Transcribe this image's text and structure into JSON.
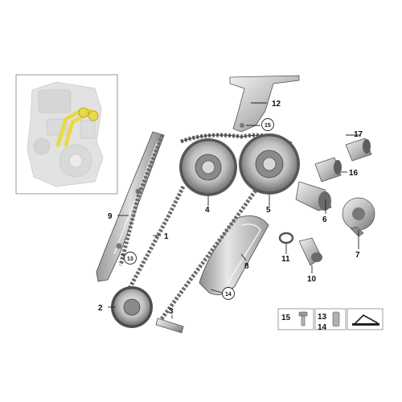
{
  "callouts": {
    "c1": "1",
    "c2": "2",
    "c3": "3",
    "c4": "4",
    "c5": "5",
    "c6": "6",
    "c7": "7",
    "c8": "8",
    "c9": "9",
    "c10": "10",
    "c11": "11",
    "c12": "12",
    "c13a": "13",
    "c13b": "13",
    "c14": "14",
    "c15": "15",
    "c15b": "15",
    "c16": "16",
    "c17": "17"
  },
  "legend": {
    "box1": "15",
    "box2_top": "13",
    "box2_bottom": "14"
  },
  "colors": {
    "highlight": "#e8d94a",
    "part_metal": "#bdbdbd",
    "engine_ghost": "#e2e2e2"
  },
  "icons": {
    "bolt": "bolt-icon",
    "sleeve": "sleeve-icon",
    "kit": "kit-icon"
  }
}
